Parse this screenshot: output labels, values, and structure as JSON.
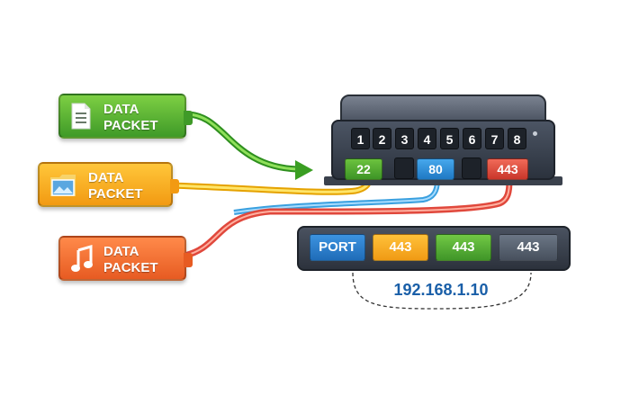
{
  "packets": [
    {
      "label_line1": "DATA",
      "label_line2": "PACKET",
      "icon": "document-icon",
      "color": "#4caf2e"
    },
    {
      "label_line1": "DATA",
      "label_line2": "PACKET",
      "icon": "image-icon",
      "color": "#f5a623"
    },
    {
      "label_line1": "DATA",
      "label_line2": "PACKET",
      "icon": "music-note-icon",
      "color": "#f26b30"
    }
  ],
  "switch": {
    "keys": [
      "1",
      "2",
      "3",
      "4",
      "5",
      "6",
      "7",
      "8"
    ],
    "ports": [
      {
        "label": "22",
        "color": "#4caf2e"
      },
      {
        "label": "80",
        "color": "#2b8fd6"
      },
      {
        "label": "443",
        "color": "#e04a3c"
      }
    ]
  },
  "port_bar": {
    "items": [
      {
        "label": "PORT",
        "color": "#2b7fd0"
      },
      {
        "label": "443",
        "color": "#f5a623"
      },
      {
        "label": "443",
        "color": "#4caf2e"
      },
      {
        "label": "443",
        "color": "#5a6574"
      }
    ]
  },
  "ip_address": "192.168.1.10"
}
